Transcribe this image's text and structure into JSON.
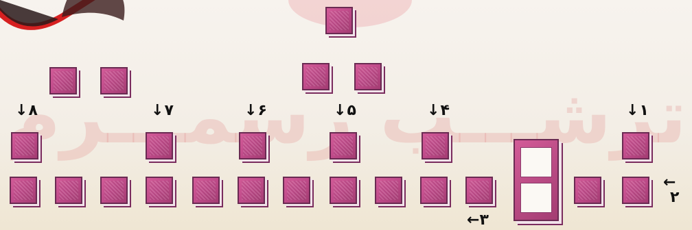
{
  "watermark_text": "ترشـــب رسمـــرم",
  "labels": {
    "l1": "۱",
    "l2": "۲",
    "l3": "۳",
    "l4": "۴",
    "l5": "۵",
    "l6": "۶",
    "l7": "۷",
    "l8": "۸"
  },
  "arrows": {
    "down": "↓",
    "left": "←"
  },
  "colors": {
    "box_fill": "#c14c8b",
    "box_border": "#6a2a52",
    "background": "#f5f0e8"
  }
}
